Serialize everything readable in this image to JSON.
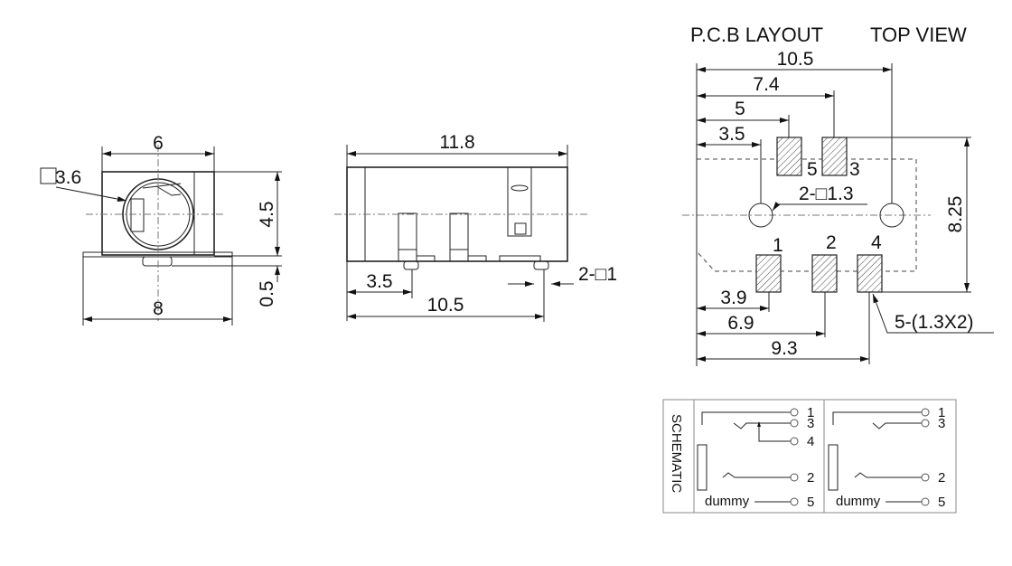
{
  "front_view": {
    "dim_width": "6",
    "dim_height": "4.5",
    "dim_pin": "0.5",
    "dim_base": "8",
    "dim_hole_prefix": "□",
    "dim_hole": "3.6"
  },
  "side_view": {
    "dim_length": "11.8",
    "dim_pin1": "3.5",
    "dim_pin2": "10.5",
    "dim_pin_size": "2-□1"
  },
  "pcb_layout": {
    "title": "P.C.B LAYOUT",
    "view": "TOP VIEW",
    "dims_top": [
      "10.5",
      "7.4",
      "5",
      "3.5"
    ],
    "dims_bottom": [
      "3.9",
      "6.9",
      "9.3"
    ],
    "dim_height": "8.25",
    "hole_note": "2-□1.3",
    "pad_note": "5-(1.3X2)",
    "pad_labels": {
      "p5": "5",
      "p3": "3",
      "p1": "1",
      "p2": "2",
      "p4": "4"
    }
  },
  "schematic": {
    "title": "SCHEMATIC",
    "left": {
      "pins": [
        "1",
        "3",
        "4",
        "2",
        "5"
      ],
      "dummy": "dummy"
    },
    "right": {
      "pins": [
        "1",
        "3",
        "2",
        "5"
      ],
      "dummy": "dummy"
    }
  }
}
